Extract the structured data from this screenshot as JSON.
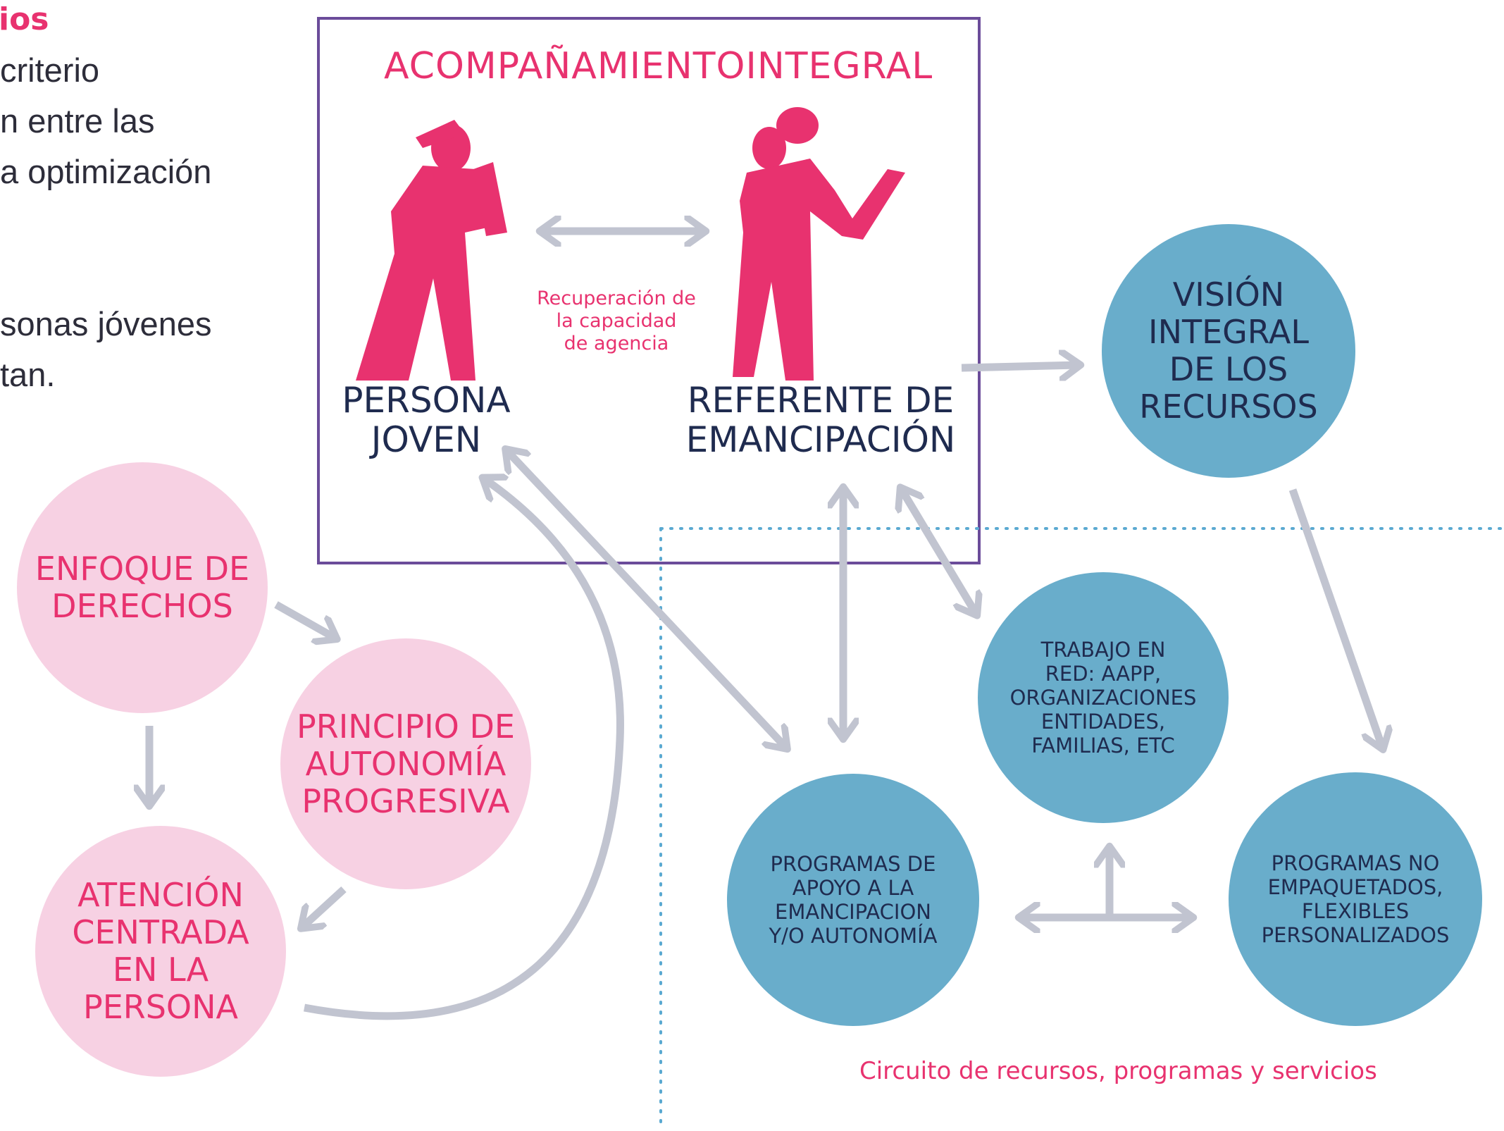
{
  "left_text": {
    "heading": "ios",
    "lines1": [
      " criterio",
      "n entre las",
      "a optimización"
    ],
    "lines2": [
      "sonas jóvenes",
      "tan."
    ]
  },
  "box": {
    "title": "ACOMPAÑAMIENTOINTEGRAL",
    "left_label": "PERSONA\nJOVEN",
    "right_label": "REFERENTE DE\nEMANCIPACIÓN",
    "middle_caption": "Recuperación de\nla capacidad\nde agencia"
  },
  "pink_circles": {
    "enfoque": "ENFOQUE DE\nDERECHOS",
    "principio": "PRINCIPIO DE\nAUTONOMÍA\nPROGRESIVA",
    "atencion": "ATENCIÓN\nCENTRADA\nEN LA\nPERSONA"
  },
  "blue_circles": {
    "vision": "VISIÓN\nINTEGRAL\nDE LOS\nRECURSOS",
    "trabajo": "TRABAJO EN\nRED: AAPP,\nORGANIZACIONES\nENTIDADES,\nFAMILIAS, ETC",
    "programas_apoyo": "PROGRAMAS DE\nAPOYO A LA\nEMANCIPACION\nY/O AUTONOMÍA",
    "programas_no": "PROGRAMAS NO\nEMPAQUETADOS,\nFLEXIBLES\nPERSONALIZADOS"
  },
  "footer": "Circuito de recursos, programas y servicios",
  "colors": {
    "pink_accent": "#e8326f",
    "pink_circle": "#f7d1e3",
    "blue_circle": "#69adcb",
    "navy_text": "#1f2b4f",
    "box_border": "#6b4c9a",
    "arrow_gray": "#c1c4d0",
    "dotted_blue": "#5aa9d1"
  }
}
